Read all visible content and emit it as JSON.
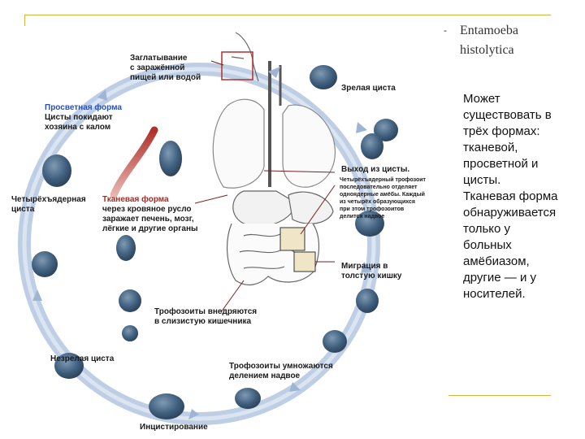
{
  "slide": {
    "dash": "-",
    "title_line1": "Entamoeba",
    "title_line2": "histolytica",
    "description_lines": [
      "Может",
      "существовать в",
      "трёх формах:",
      "тканевой,",
      "просветной и",
      "цисты.",
      "Тканевая форма",
      "обнаруживается",
      "только у",
      "больных",
      "амёбиазом,",
      "другие — и у",
      "носителей."
    ]
  },
  "diagram": {
    "labels": {
      "swallow_1": "Заглатывание",
      "swallow_2": "с заражённой",
      "swallow_3": "пищей или водой",
      "mature_cyst": "Зрелая циста",
      "lumen_title": "Просветная форма",
      "lumen_2": "Цисты покидают",
      "lumen_3": "хозяина с калом",
      "exit_title": "Выход из цисты.",
      "exit_1": "Четырёхъядерный трофозоит",
      "exit_2": "последовательно отделяет",
      "exit_3": "одноядерные амёбы. Каждый",
      "exit_4": "из четырёх образующихся",
      "exit_5": "при этом трофозоитов",
      "exit_6": "делится надвое",
      "fourcyst_1": "Четырёхъядерная",
      "fourcyst_2": "циста",
      "tissue_title": "Тканевая форма",
      "tissue_2": "через кровяное русло",
      "tissue_3": "заражает печень, мозг,",
      "tissue_4": "лёгкие и другие органы",
      "migration_1": "Миграция в",
      "migration_2": "толстую кишку",
      "troph_mucosa_1": "Трофозоиты внедряются",
      "troph_mucosa_2": "в слизистую кишечника",
      "immature_cyst": "Незрелая циста",
      "troph_divide_1": "Трофозоиты умножаются",
      "troph_divide_2": "делением надвое",
      "encyst": "Инцистирование"
    },
    "colors": {
      "cycle_band": "#b7c9e2",
      "cell": "#3f5f7e",
      "tissue_arrow": "#b0302a",
      "lumen_text": "#2a4fb5",
      "tissue_text": "#b3261e"
    }
  }
}
